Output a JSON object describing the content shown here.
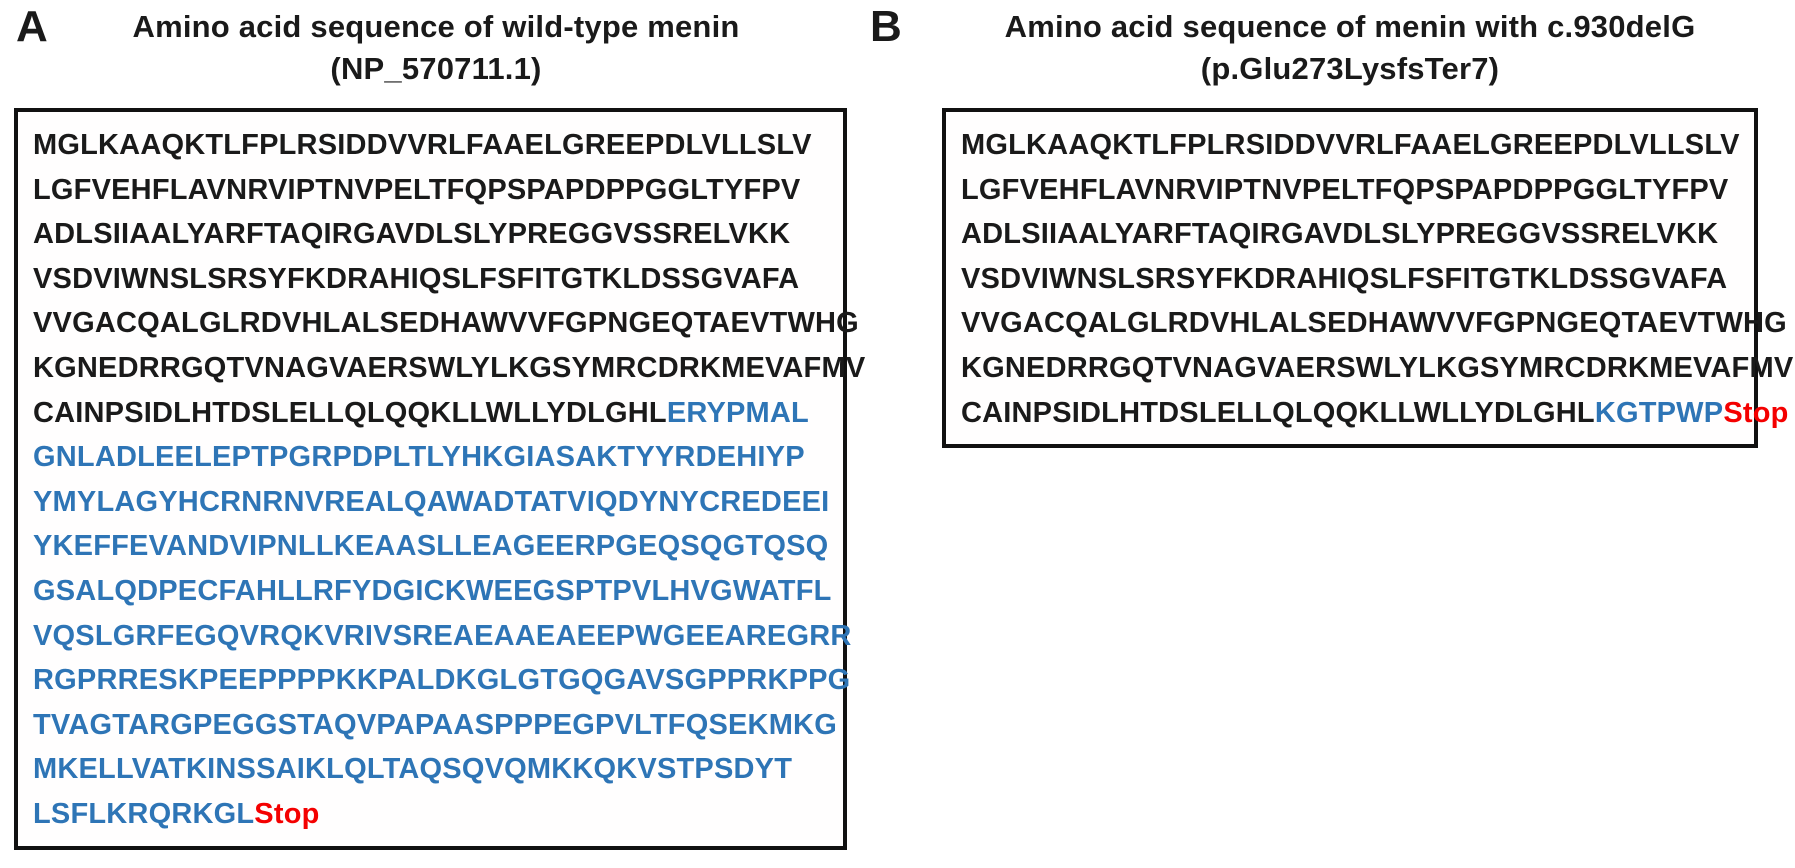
{
  "colors": {
    "black": "#1a1a1a",
    "blue": "#2E75B6",
    "red": "#F40000",
    "border": "#111111"
  },
  "figure": {
    "panels": [
      {
        "label": "A",
        "title_line1": "Amino acid sequence of wild-type menin",
        "title_line2": "(NP_570711.1)",
        "lines": [
          [
            {
              "c": "k",
              "t": "MGLKAAQKTLFPLRSIDDVVRLFAAELGREEPDLVLLSLV"
            }
          ],
          [
            {
              "c": "k",
              "t": "LGFVEHFLAVNRVIPTNVPELTFQPSPAPDPPGGLTYFPV"
            }
          ],
          [
            {
              "c": "k",
              "t": "ADLSIIAALYARFTAQIRGAVDLSLYPREGGVSSRELVKK"
            }
          ],
          [
            {
              "c": "k",
              "t": "VSDVIWNSLSRSYFKDRAHIQSLFSFITGTKLDSSGVAFA"
            }
          ],
          [
            {
              "c": "k",
              "t": "VVGACQALGLRDVHLALSEDHAWVVFGPNGEQTAEVTWHG"
            }
          ],
          [
            {
              "c": "k",
              "t": "KGNEDRRGQTVNAGVAERSWLYLKGSYMRCDRKMEVAFMV"
            }
          ],
          [
            {
              "c": "k",
              "t": "CAINPSIDLHTDSLELLQLQQKLLWLLYDLGHL"
            },
            {
              "c": "b",
              "t": "ERYPMAL"
            }
          ],
          [
            {
              "c": "b",
              "t": "GNLADLEELEPTPGRPDPLTLYHKGIASAKTYYRDEHIYP"
            }
          ],
          [
            {
              "c": "b",
              "t": "YMYLAGYHCRNRNVREALQAWADTATVIQDYNYCREDEEI"
            }
          ],
          [
            {
              "c": "b",
              "t": "YKEFFEVANDVIPNLLKEAASLLEAGEERPGEQSQGTQSQ"
            }
          ],
          [
            {
              "c": "b",
              "t": "GSALQDPECFAHLLRFYDGICKWEEGSPTPVLHVGWATFL"
            }
          ],
          [
            {
              "c": "b",
              "t": "VQSLGRFEGQVRQKVRIVSREAEAAEAEEPWGEEAREGRR"
            }
          ],
          [
            {
              "c": "b",
              "t": "RGPRRESKPEEPPPPKKPALDKGLGTGQGAVSGPPRKPPG"
            }
          ],
          [
            {
              "c": "b",
              "t": "TVAGTARGPEGGSTAQVPAPAASPPPEGPVLTFQSEKMKG"
            }
          ],
          [
            {
              "c": "b",
              "t": "MKELLVATKINSSAIKLQLTAQSQVQMKKQKVSTPSDYT"
            }
          ],
          [
            {
              "c": "b",
              "t": "LSFLKRQRKGL"
            },
            {
              "c": "r",
              "t": "Stop"
            }
          ]
        ]
      },
      {
        "label": "B",
        "title_line1": "Amino acid sequence of menin with c.930delG",
        "title_line2": "(p.Glu273LysfsTer7)",
        "lines": [
          [
            {
              "c": "k",
              "t": "MGLKAAQKTLFPLRSIDDVVRLFAAELGREEPDLVLLSLV"
            }
          ],
          [
            {
              "c": "k",
              "t": "LGFVEHFLAVNRVIPTNVPELTFQPSPAPDPPGGLTYFPV"
            }
          ],
          [
            {
              "c": "k",
              "t": "ADLSIIAALYARFTAQIRGAVDLSLYPREGGVSSRELVKK"
            }
          ],
          [
            {
              "c": "k",
              "t": "VSDVIWNSLSRSYFKDRAHIQSLFSFITGTKLDSSGVAFA"
            }
          ],
          [
            {
              "c": "k",
              "t": "VVGACQALGLRDVHLALSEDHAWVVFGPNGEQTAEVTWHG"
            }
          ],
          [
            {
              "c": "k",
              "t": "KGNEDRRGQTVNAGVAERSWLYLKGSYMRCDRKMEVAFMV"
            }
          ],
          [
            {
              "c": "k",
              "t": "CAINPSIDLHTDSLELLQLQQKLLWLLYDLGHL"
            },
            {
              "c": "b",
              "t": "KGTPWP"
            },
            {
              "c": "r",
              "t": "Stop"
            }
          ]
        ]
      }
    ]
  }
}
